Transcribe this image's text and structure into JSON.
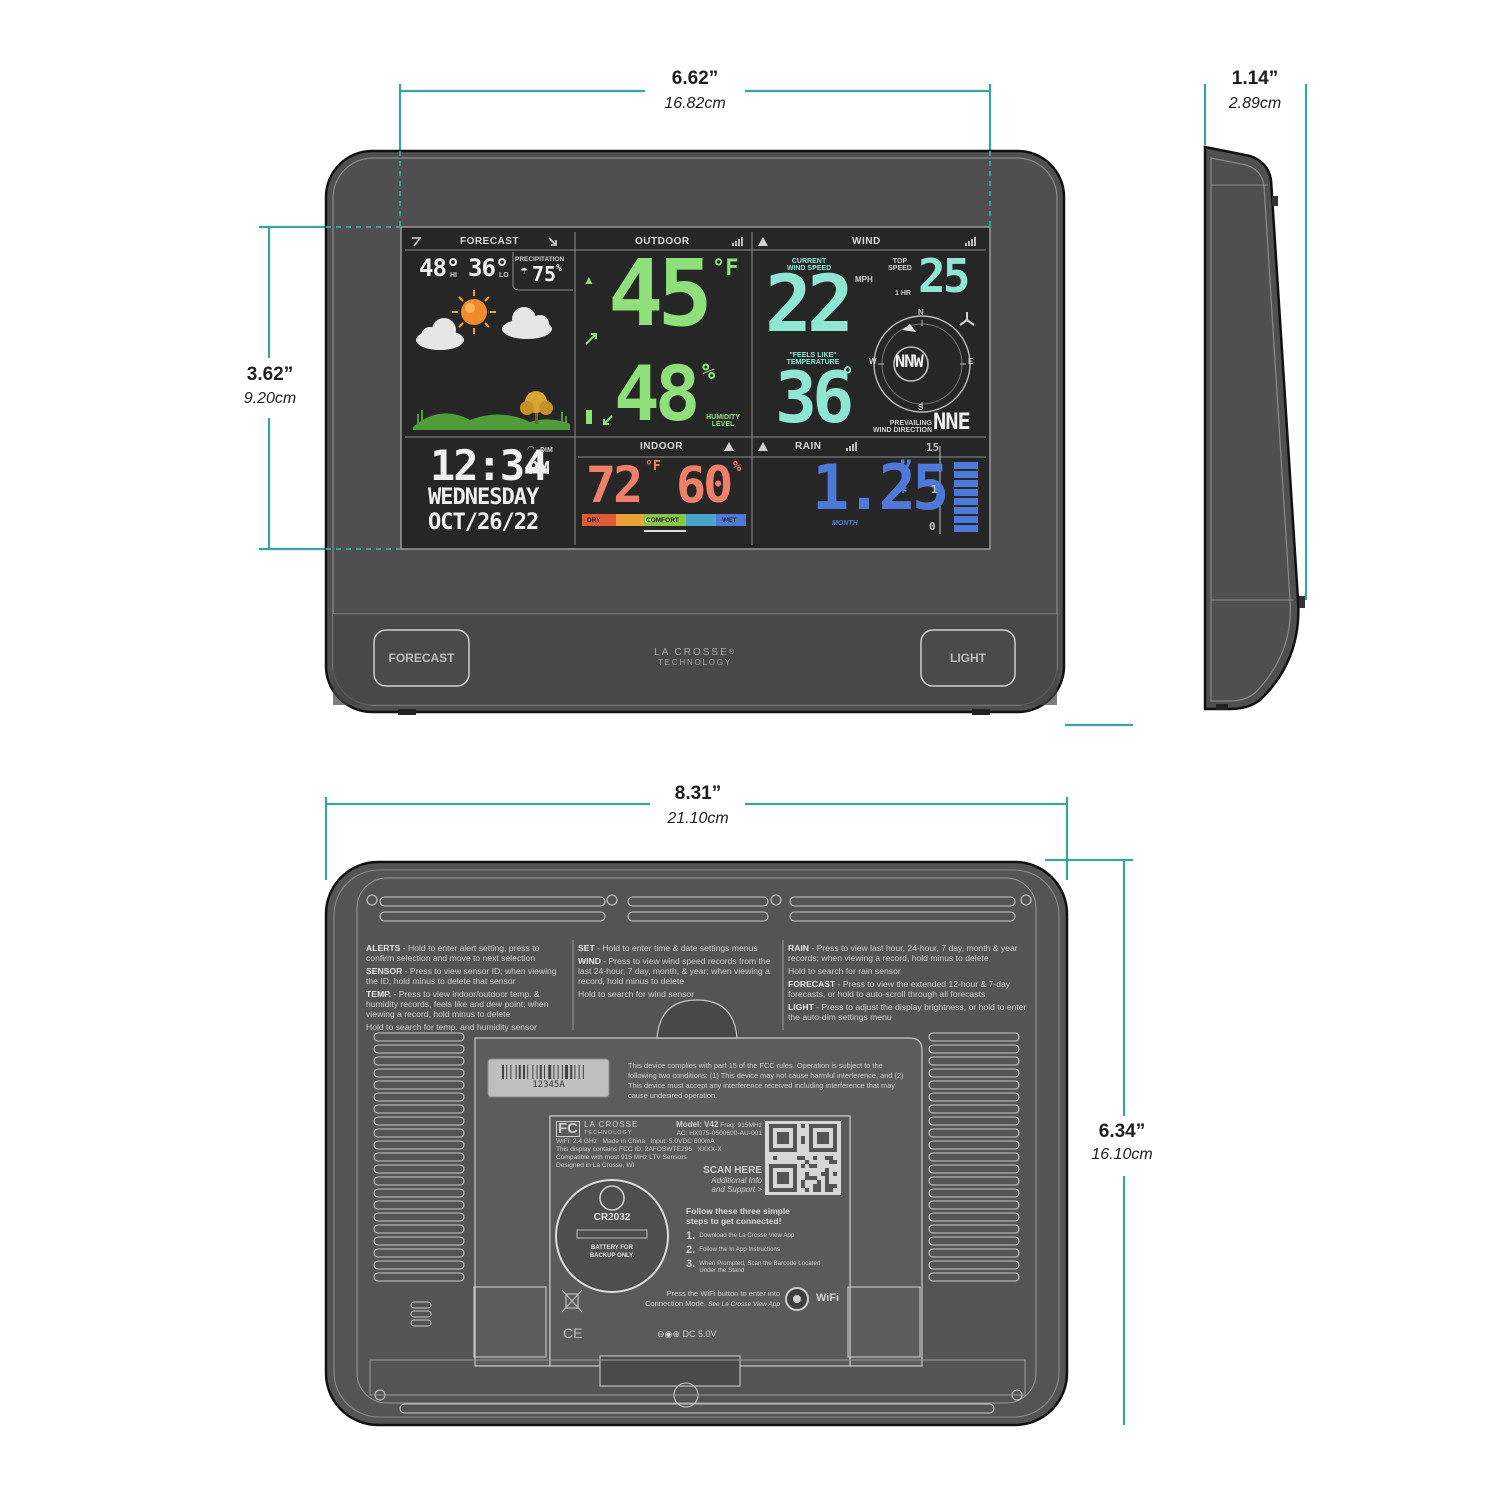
{
  "dimensions": {
    "front_width": {
      "in": "6.62”",
      "cm": "16.82cm"
    },
    "side_depth": {
      "in": "1.14”",
      "cm": "2.89cm"
    },
    "screen_height": {
      "in": "3.62”",
      "cm": "9.20cm"
    },
    "back_width": {
      "in": "8.31”",
      "cm": "21.10cm"
    },
    "back_height": {
      "in": "6.34”",
      "cm": "16.10cm"
    }
  },
  "colors": {
    "dimension_line": "#3aa39b",
    "housing": "#545454",
    "lcd": "#262626",
    "green": "#8fe07a",
    "teal": "#8fe6d3",
    "orange": "#ff8a3d",
    "salmon": "#f07f6a",
    "blue": "#4f79d8"
  },
  "lcd": {
    "forecast": {
      "title": "FORECAST",
      "hi": "48°",
      "hi_label": "HI",
      "lo": "36°",
      "lo_label": "LO",
      "precip_label": "PRECIPITATION",
      "precip_value": "75",
      "precip_unit": "%"
    },
    "outdoor": {
      "title": "OUTDOOR",
      "temp": "45",
      "temp_unit": "°F",
      "humidity": "48",
      "humidity_unit": "%",
      "humidity_label": "HUMIDITY LEVEL"
    },
    "wind": {
      "title": "WIND",
      "current_label": "CURRENT WIND SPEED",
      "current": "22",
      "unit": "MPH",
      "top_label": "TOP SPEED",
      "top_period": "1 HR",
      "top": "25",
      "feels_label": "\"FEELS LIKE\" TEMPERATURE",
      "feels": "36",
      "feels_unit": "°",
      "compass_n": "N",
      "compass_s": "S",
      "compass_e": "E",
      "compass_w": "W",
      "direction": "NNW",
      "prevailing_label": "PREVAILING WIND DIRECTION",
      "prevailing": "NNE"
    },
    "clock": {
      "time": "12:34",
      "ampm": "PM",
      "dim": "DIM",
      "day": "WEDNESDAY",
      "date": "OCT/26/22"
    },
    "indoor": {
      "title": "INDOOR",
      "temp": "72",
      "temp_unit": "°F",
      "humidity": "60",
      "humidity_unit": "%",
      "scale_dry": "DRY",
      "scale_comfort": "COMFORT",
      "scale_wet": "WET"
    },
    "rain": {
      "title": "RAIN",
      "value": "1.25",
      "unit": "”",
      "period": "MONTH",
      "scale_top": "15",
      "scale_mid": "1",
      "scale_bottom": "0"
    }
  },
  "buttons": {
    "forecast": "FORECAST",
    "light": "LIGHT"
  },
  "brand": {
    "name": "LA CROSSE",
    "sub": "TECHNOLOGY",
    "mark": "®"
  },
  "back": {
    "col1": [
      {
        "key": "ALERTS",
        "text": " - Hold to enter alert setting, press to confirm selection and move to next selection"
      },
      {
        "key": "SENSOR",
        "text": " - Press to view sensor ID; when viewing the ID, hold minus to delete that sensor"
      },
      {
        "key": "TEMP.",
        "text": " - Press to view indoor/outdoor temp. & humidity records, feels like and dew point; when viewing a record, hold minus to delete"
      },
      {
        "key": "",
        "text": "Hold to search for temp. and humidity sensor"
      }
    ],
    "col2": [
      {
        "key": "SET",
        "text": " - Hold to enter time & date settings menus"
      },
      {
        "key": "WIND",
        "text": " - Press to view wind speed records from the last 24-hour, 7 day, month, & year; when viewing a record, hold minus to delete"
      },
      {
        "key": "",
        "text": "Hold to search for wind sensor"
      }
    ],
    "col3": [
      {
        "key": "RAIN",
        "text": " - Press to view last hour, 24-hour, 7 day, month & year records; when viewing a record, hold minus to delete"
      },
      {
        "key": "",
        "text": "Hold to search for rain sensor"
      },
      {
        "key": "FORECAST",
        "text": " - Press to view the extended 12-hour & 7-day forecasts, or hold to auto-scroll through all forecasts"
      },
      {
        "key": "LIGHT",
        "text": " - Press to adjust the display brightness, or hold to enter the auto-dim settings menu"
      }
    ],
    "fcc_text": "This device complies with part 15 of the FCC rules. Operation is subject to the following two conditions: (1) This device may not cause harmful interference, and (2) This device must accept any interference received including interference that may cause undesired operation.",
    "barcode_number": "12345A",
    "label": {
      "fc": "FC",
      "brand": "LA CROSSE",
      "brand_sub": "TECHNOLOGY",
      "model": "Model: V42",
      "freq": "Freq: 915MHz",
      "ac": "AC: HX075-0500600-AU-001",
      "wifi": "WiFi: 2.4 GHz",
      "made": "Made in China",
      "input": "Input: 5.0VDC 600mA",
      "fcc_id": "This display contains FCC ID: 2AFOSWTE296",
      "code": "XXXX-X",
      "compat": "Compatible with most 915 MHz LTV Sensors",
      "designed": "Designed in La Crosse, WI",
      "scan": "SCAN HERE",
      "additional": "Additional Info",
      "support": "and Support >"
    },
    "battery": {
      "type": "CR2032",
      "note1": "BATTERY FOR",
      "note2": "BACKUP ONLY."
    },
    "steps_title1": "Follow these three simple",
    "steps_title2": "steps to get connected!",
    "steps": [
      {
        "num": "1.",
        "text": "Download the La Crosse View App"
      },
      {
        "num": "2.",
        "text": "Follow the In App Instructions"
      },
      {
        "num": "3.",
        "text": "When Prompted, Scan the Barcode Located Under the Stand"
      }
    ],
    "wifi_line1": "Press the WiFi button to enter into",
    "wifi_line2": "Connection Mode.",
    "wifi_line2b": "See La Crosse View App",
    "wifi_label": "WiFi",
    "ce": "CE",
    "dc": "DC 5.0V"
  }
}
